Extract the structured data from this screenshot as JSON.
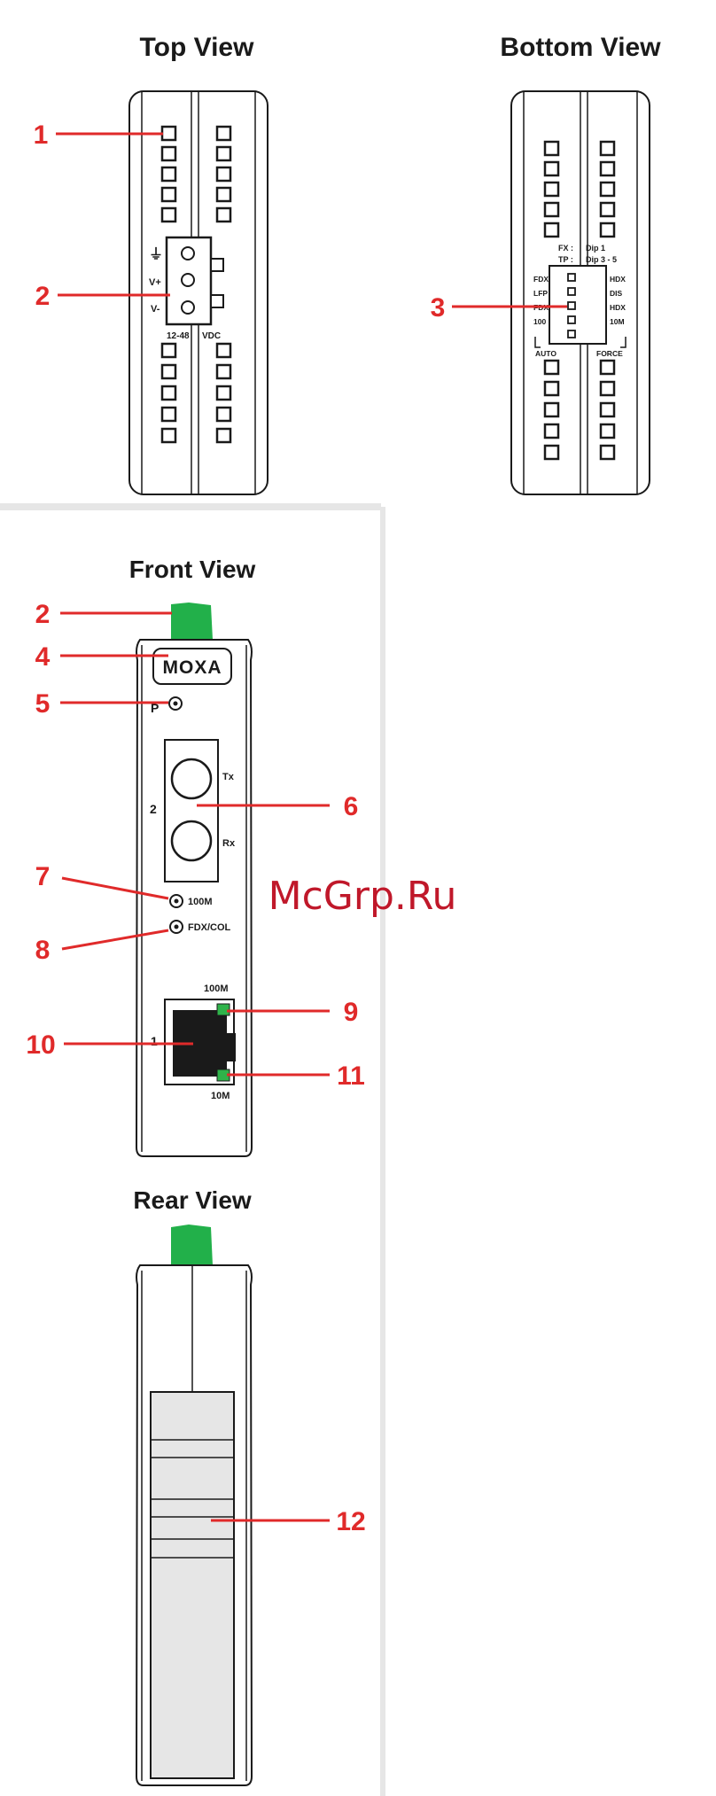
{
  "views": {
    "top": "Top View",
    "bottom": "Bottom View",
    "front": "Front View",
    "rear": "Rear View"
  },
  "top_view": {
    "terminal_ground": "⏚",
    "terminal_vplus": "V+",
    "terminal_vminus": "V-",
    "voltage_range": "12-48",
    "voltage_unit": "VDC"
  },
  "bottom_view": {
    "fx_label": "FX :",
    "fx_dip": "Dip 1",
    "tp_label": "TP :",
    "tp_dip": "Dip 3 - 5",
    "left_labels": [
      "FDX",
      "LFP",
      "FDX",
      "100"
    ],
    "right_labels": [
      "HDX",
      "DIS",
      "HDX",
      "10M"
    ],
    "auto_label": "AUTO",
    "force_label": "FORCE"
  },
  "front_view": {
    "brand": "MOXA",
    "power_led": "P",
    "port2_label": "2",
    "tx_label": "Tx",
    "rx_label": "Rx",
    "led_100m": "100M",
    "led_fdx": "FDX/COL",
    "rj45_100m": "100M",
    "rj45_10m": "10M",
    "port1_label": "1"
  },
  "callouts": {
    "c1": "1",
    "c2_top": "2",
    "c3": "3",
    "c2_front": "2",
    "c4": "4",
    "c5": "5",
    "c6": "6",
    "c7": "7",
    "c8": "8",
    "c9": "9",
    "c10": "10",
    "c11": "11",
    "c12": "12"
  },
  "watermark": "McGrp.Ru",
  "colors": {
    "callout": "#e02a2a",
    "connector_green": "#22b04a",
    "led_green": "#2fb34a",
    "divider": "#e6e6e6"
  }
}
